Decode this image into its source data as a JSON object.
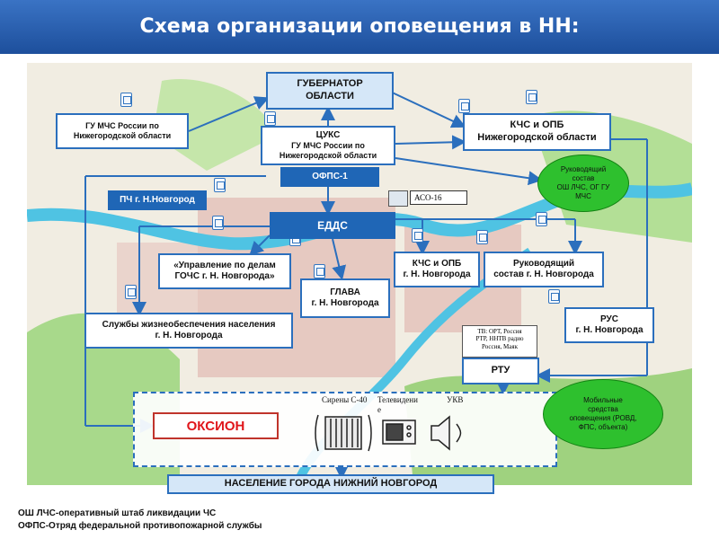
{
  "title": "Схема организации оповещения в НН:",
  "nodes": {
    "governor": [
      "ГУБЕРНАТОР",
      "ОБЛАСТИ"
    ],
    "gu_mchs": [
      "ГУ МЧС России по",
      "Нижегородской области"
    ],
    "tsuks": [
      "ЦУКС",
      "ГУ МЧС России  по",
      "Нижегородской области"
    ],
    "kchs_region": [
      "КЧС и ОПБ",
      "Нижегородской области"
    ],
    "ofps": "ОФПС-1",
    "rukovod_region": [
      "Руководящий",
      "состав",
      "ОШ ЛЧС, ОГ ГУ",
      "МЧС"
    ],
    "pch": "ПЧ  г. Н.Новгород",
    "aso": "АСО-16",
    "edds": "ЕДДС",
    "upravlenie": [
      "«Управление по делам",
      "ГОЧС г. Н. Новгорода»"
    ],
    "kchs_city": [
      "КЧС и ОПБ",
      "г. Н. Новгорода"
    ],
    "rukovod_city": [
      "Руководящий",
      "состав г. Н. Новгорода"
    ],
    "glava": [
      "ГЛАВА",
      "г. Н. Новгорода"
    ],
    "sluzhby": [
      "Службы жизнеобеспечения населения",
      "г. Н. Новгорода"
    ],
    "rus": [
      "РУС",
      "г. Н. Новгорода"
    ],
    "tv_note": [
      "ТВ: ОРТ, Россия",
      "РТР, ННТВ радио",
      "Россия, Маяк"
    ],
    "rtu": "РТУ",
    "mobile": [
      "Мобильные",
      "средства",
      "оповещения (РОВД,",
      "ФПС, объекта)"
    ],
    "oksion": "ОКСИОН",
    "sirens": "Сирены С-40",
    "tv": "Телевидени",
    "tv2": "е",
    "ukv": "УКВ",
    "population": "НАСЕЛЕНИЕ ГОРОДА НИЖНИЙ НОВГОРОД"
  },
  "legend": [
    "ОШ ЛЧС-оперативный штаб ликвидации ЧС",
    "ОФПС-Отряд федеральной противопожарной службы"
  ],
  "colors": {
    "header": "#1d4f9c",
    "border": "#2b6fbd",
    "green": "#2ec02e",
    "oksion": "#e0161b"
  }
}
